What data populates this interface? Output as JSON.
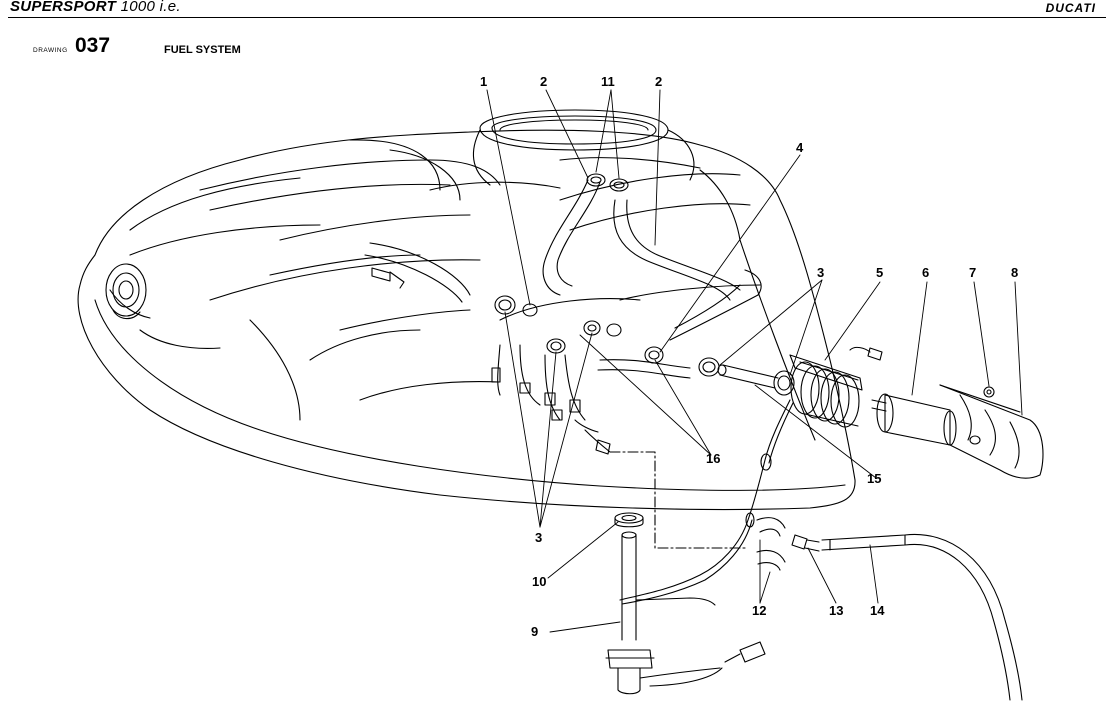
{
  "header": {
    "model": "SUPERSPORT",
    "model_suffix": "1000 i.e.",
    "brand": "DUCATI"
  },
  "drawing": {
    "label": "DRAWING",
    "number": "037",
    "title": "FUEL SYSTEM"
  },
  "callouts": [
    {
      "id": "c1a",
      "text": "1"
    },
    {
      "id": "c2a",
      "text": "2"
    },
    {
      "id": "c11",
      "text": "11"
    },
    {
      "id": "c2b",
      "text": "2"
    },
    {
      "id": "c4",
      "text": "4"
    },
    {
      "id": "c3a",
      "text": "3"
    },
    {
      "id": "c5",
      "text": "5"
    },
    {
      "id": "c6",
      "text": "6"
    },
    {
      "id": "c7",
      "text": "7"
    },
    {
      "id": "c8",
      "text": "8"
    },
    {
      "id": "c16",
      "text": "16"
    },
    {
      "id": "c15",
      "text": "15"
    },
    {
      "id": "c3b",
      "text": "3"
    },
    {
      "id": "c10",
      "text": "10"
    },
    {
      "id": "c12",
      "text": "12"
    },
    {
      "id": "c13",
      "text": "13"
    },
    {
      "id": "c14",
      "text": "14"
    },
    {
      "id": "c9",
      "text": "9"
    }
  ]
}
